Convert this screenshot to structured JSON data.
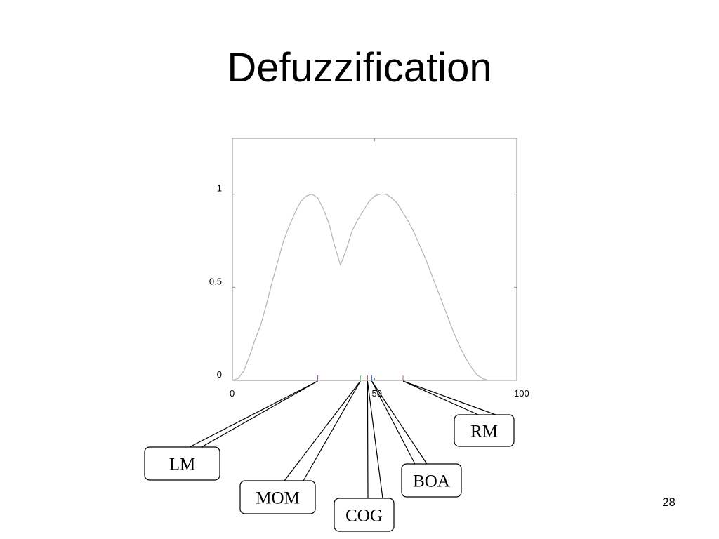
{
  "slide": {
    "title": "Defuzzification",
    "page_number": "28"
  },
  "chart_data": {
    "type": "line",
    "title": "",
    "xlabel": "",
    "ylabel": "",
    "xlim": [
      0,
      100
    ],
    "ylim": [
      0,
      1.3
    ],
    "x_ticks": [
      {
        "value": 0,
        "label": "0"
      },
      {
        "value": 50,
        "label": "50"
      },
      {
        "value": 100,
        "label": "100"
      }
    ],
    "y_ticks": [
      {
        "value": 0,
        "label": "0"
      },
      {
        "value": 0.5,
        "label": "0.5"
      },
      {
        "value": 1,
        "label": "1"
      }
    ],
    "grid": false,
    "line_color": "#b3b3b3",
    "series": [
      {
        "x": [
          0,
          2,
          4,
          6,
          8,
          10,
          12,
          14,
          16,
          18,
          20,
          22,
          24,
          26,
          28,
          30,
          32,
          34,
          36,
          38,
          40,
          42,
          44,
          46,
          48,
          50,
          52,
          54,
          56,
          58,
          60,
          62,
          64,
          66,
          68,
          70,
          72,
          74,
          76,
          78,
          80,
          82,
          84,
          86,
          88,
          90,
          92,
          94,
          96,
          98,
          100
        ],
        "y": [
          0.0,
          0.01,
          0.05,
          0.13,
          0.22,
          0.3,
          0.41,
          0.53,
          0.64,
          0.75,
          0.83,
          0.9,
          0.96,
          0.99,
          1.0,
          0.98,
          0.92,
          0.84,
          0.72,
          0.62,
          0.7,
          0.8,
          0.86,
          0.91,
          0.96,
          0.99,
          1.0,
          1.0,
          0.98,
          0.95,
          0.9,
          0.85,
          0.79,
          0.72,
          0.65,
          0.57,
          0.49,
          0.41,
          0.33,
          0.25,
          0.18,
          0.12,
          0.07,
          0.03,
          0.01,
          0.0,
          0.0,
          0.0,
          0.0,
          0.0,
          0.0
        ]
      }
    ],
    "markers": [
      {
        "value": 30,
        "color": "#9b59b6"
      },
      {
        "value": 45,
        "color": "#5cb85c"
      },
      {
        "value": 47.5,
        "color": "#e06666"
      },
      {
        "value": 49,
        "color": "#3c78d8"
      },
      {
        "value": 60,
        "color": "#c27ba0"
      }
    ],
    "callouts": [
      {
        "label": "LM",
        "value": 30
      },
      {
        "label": "MOM",
        "value": 45
      },
      {
        "label": "COG",
        "value": 47.5
      },
      {
        "label": "BOA",
        "value": 49
      },
      {
        "label": "RM",
        "value": 60
      }
    ]
  }
}
